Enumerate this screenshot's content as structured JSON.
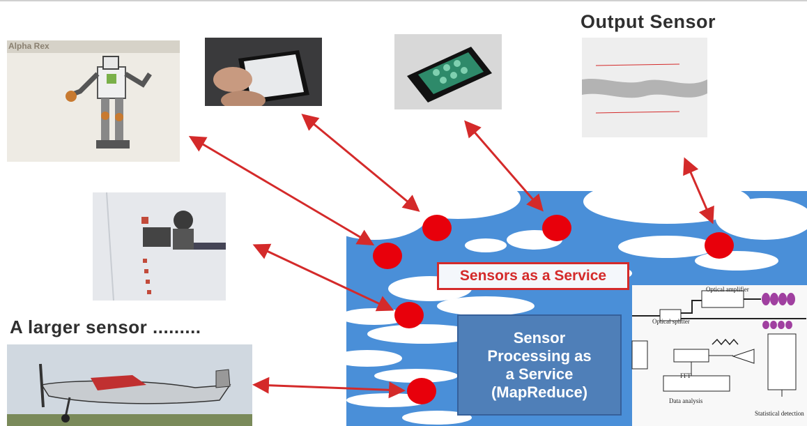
{
  "labels": {
    "output_sensor": "Output Sensor",
    "larger_sensor": "A larger sensor .........",
    "alpha_rex": "Alpha Rex",
    "sensors_as_service": "Sensors as a Service",
    "processing_as_service": "Sensor\nProcessing as\na Service\n(MapReduce)"
  },
  "schematic": {
    "optical_amplifier": "Optical amplifier",
    "optical_splitter": "Optical splitter",
    "fft": "FFT",
    "data_analysis": "Data analysis",
    "statistical_detection": "Statistical detection"
  },
  "colors": {
    "arrow": "#d42a2a",
    "dot": "#e8000b",
    "sky": "#4a8fd8",
    "box_blue": "#4f7fb8"
  }
}
